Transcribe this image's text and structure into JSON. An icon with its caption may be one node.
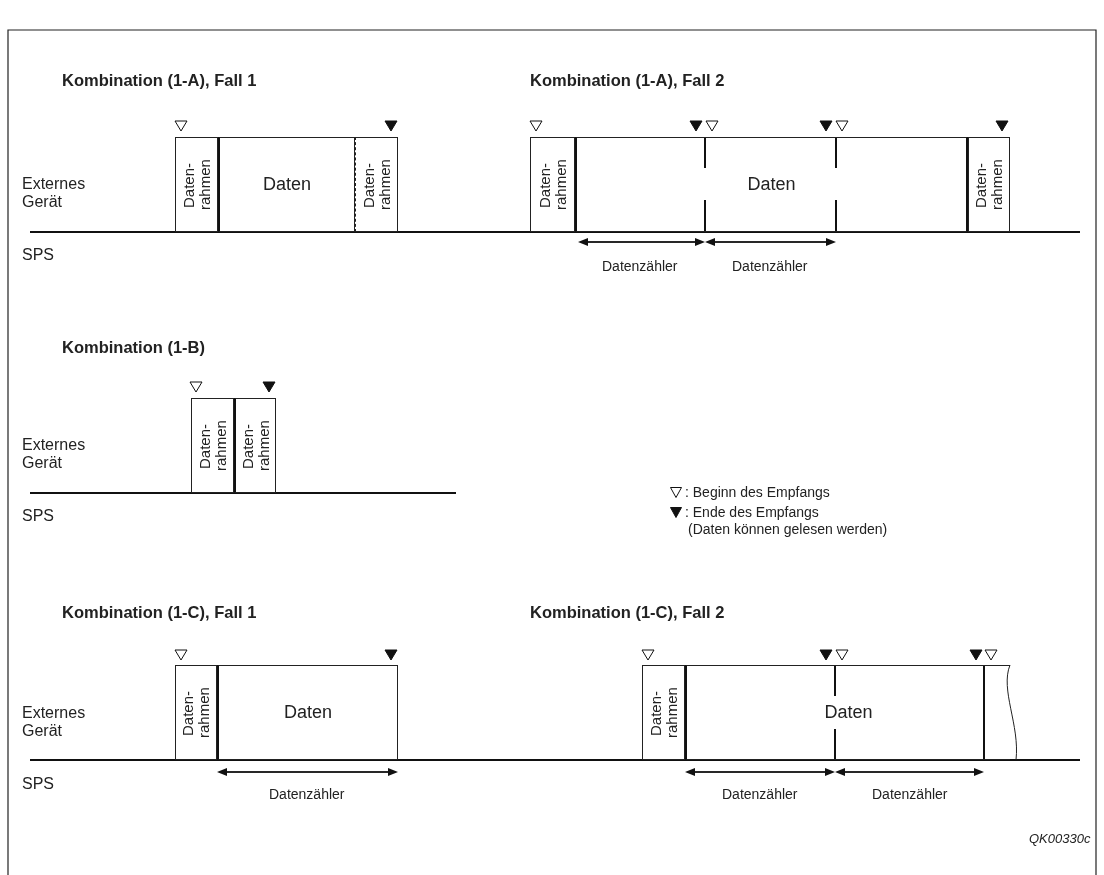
{
  "diagram": {
    "nodes": [
      {
        "text": [
          "Daten- rahmen"
        ]
      },
      {
        "text": [
          "Daten"
        ]
      },
      {
        "text": [
          "Daten- rahmen"
        ]
      },
      {
        "text": [
          "Daten- rahmen"
        ]
      },
      {
        "text": [
          "Daten"
        ]
      },
      {
        "text": [
          "Daten- rahmen"
        ]
      },
      {
        "text": [
          "Daten- rahmen"
        ]
      },
      {
        "text": [
          "Daten- rahmen"
        ]
      },
      {
        "text": [
          "Daten- rahmen"
        ]
      },
      {
        "text": [
          "Daten"
        ]
      },
      {
        "text": [
          "Daten- rahmen"
        ]
      },
      {
        "text": [
          "Daten"
        ]
      }
    ],
    "labels": [
      "Kombination (1-A), Fall 1",
      "Kombination (1-A), Fall 2",
      "Externes Gerät",
      "SPS",
      "Datenzähler",
      "Datenzähler",
      "Kombination (1-B)",
      "Externes Gerät",
      "SPS",
      "Kombination (1-C), Fall 1",
      "Kombination (1-C), Fall 2",
      "Externes Gerät",
      "SPS",
      "Datenzähler",
      "Datenzähler",
      "Datenzähler",
      "(Daten können gelesen werden)",
      "QK00330c"
    ],
    "legend": [
      {
        "text": ": Beginn des Empfangs"
      },
      {
        "text": ": Ende des Empfangs"
      }
    ]
  }
}
